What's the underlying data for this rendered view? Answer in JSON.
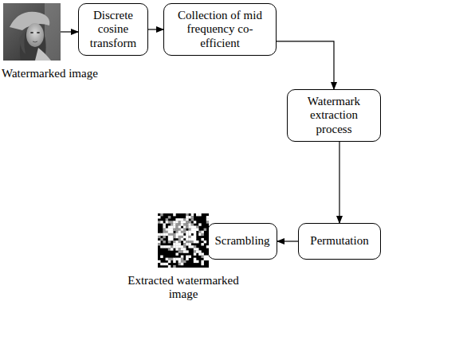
{
  "diagram": {
    "nodes": [
      {
        "text": [
          "Watermarked image"
        ]
      },
      {
        "text": [
          "Discrete cosine transform"
        ]
      },
      {
        "text": [
          "Collection of mid frequency co-efficient"
        ]
      },
      {
        "text": [
          "Watermark extraction process"
        ]
      },
      {
        "text": [
          "Permutation"
        ]
      },
      {
        "text": [
          "Scrambling"
        ]
      },
      {
        "text": [
          "Extracted watermarked image"
        ]
      }
    ],
    "edges": [
      {
        "from": 0,
        "to": 1,
        "arrow": "to"
      },
      {
        "from": 1,
        "to": 2,
        "arrow": "to"
      },
      {
        "from": 2,
        "to": 3,
        "arrow": "to"
      },
      {
        "from": 3,
        "to": 4,
        "arrow": "to"
      },
      {
        "from": 4,
        "to": 5,
        "arrow": "to"
      },
      {
        "from": 5,
        "to": 6,
        "arrow": "to"
      }
    ]
  }
}
